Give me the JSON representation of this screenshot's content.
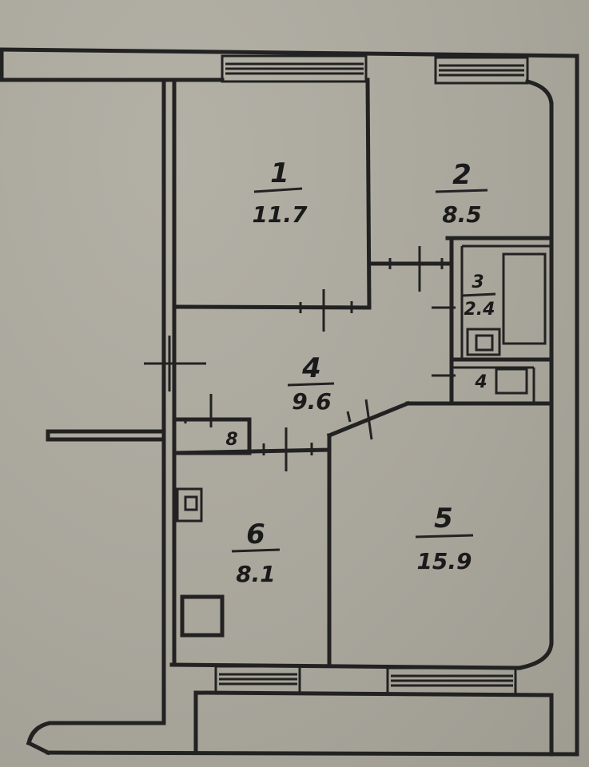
{
  "rooms": [
    {
      "id": "1",
      "area": "11.7"
    },
    {
      "id": "2",
      "area": "8.5"
    },
    {
      "id": "3",
      "area": "2.4"
    },
    {
      "id": "4",
      "area": "9.6"
    },
    {
      "id": "5",
      "area": "15.9"
    },
    {
      "id": "6",
      "area": "8.1"
    }
  ],
  "small_labels": {
    "toilet": "4",
    "closet": "8"
  }
}
